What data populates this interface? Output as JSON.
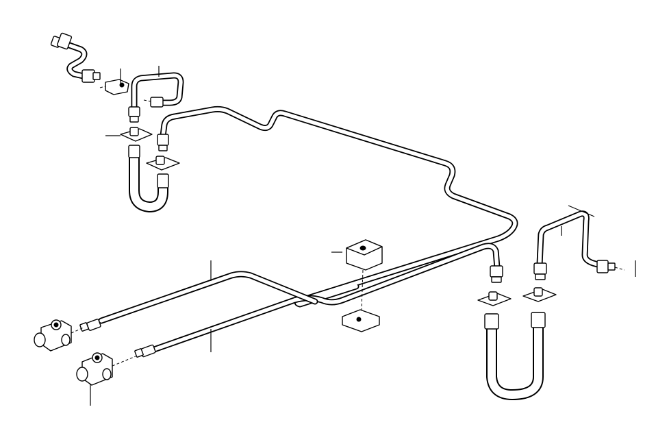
{
  "diagram": {
    "background": "#ffffff",
    "stroke_color": "#000000",
    "components": [
      {
        "id": "rear-left-line",
        "kind": "brake-pipe"
      },
      {
        "id": "rear-right-line",
        "kind": "brake-pipe"
      },
      {
        "id": "front-left-hose",
        "kind": "brake-hose"
      },
      {
        "id": "rear-right-hose-a",
        "kind": "brake-hose"
      },
      {
        "id": "rear-right-hose-b",
        "kind": "brake-hose"
      },
      {
        "id": "t-piece-upper",
        "kind": "distribution-piece"
      },
      {
        "id": "t-piece-lower",
        "kind": "distribution-piece"
      },
      {
        "id": "pipe-clip",
        "kind": "clamp"
      },
      {
        "id": "mounting-brackets",
        "kind": "bracket"
      }
    ]
  }
}
